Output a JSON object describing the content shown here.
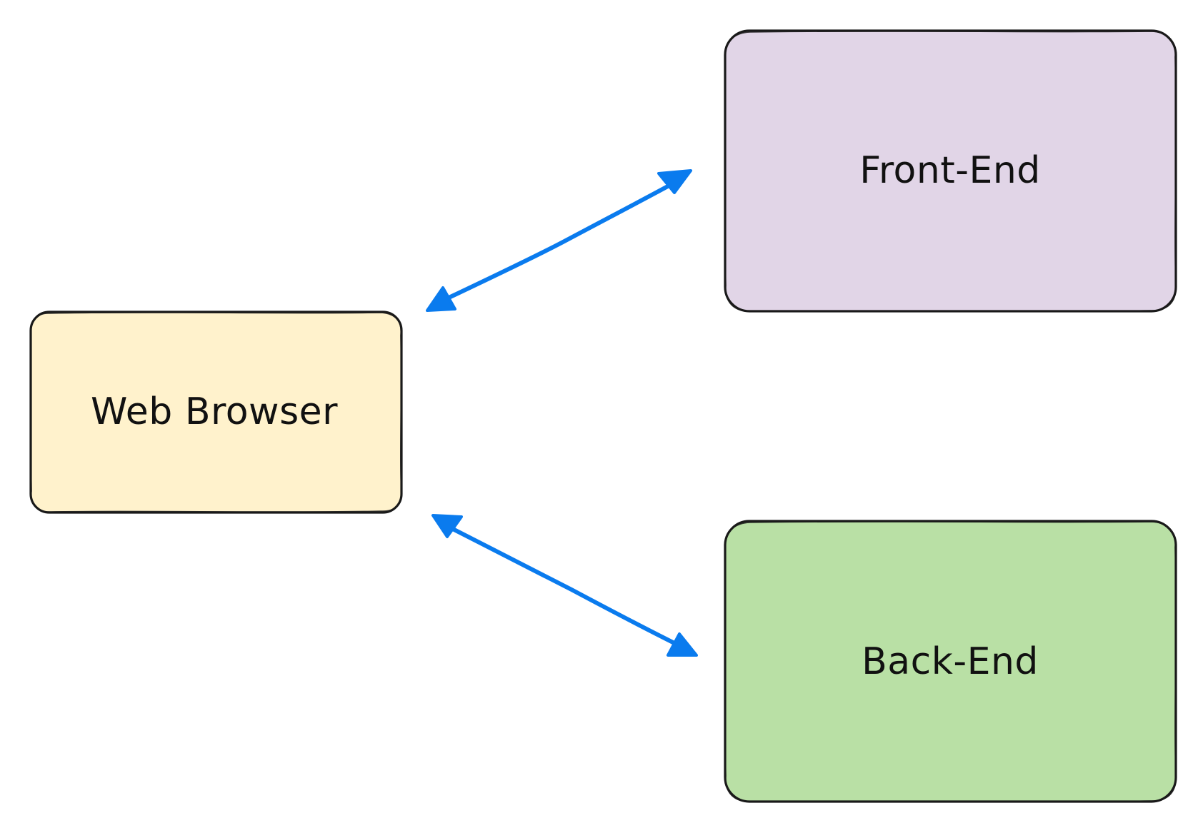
{
  "colors": {
    "web_browser_fill": "#FFF2CC",
    "front_end_fill": "#E1D5E7",
    "back_end_fill": "#B9E0A5",
    "arrow": "#0A7BEE",
    "outline": "#1A1A1A"
  },
  "nodes": {
    "web_browser": {
      "label": "Web Browser"
    },
    "front_end": {
      "label": "Front-End"
    },
    "back_end": {
      "label": "Back-End"
    }
  },
  "edges": [
    {
      "from": "Web Browser",
      "to": "Front-End",
      "direction": "bidirectional"
    },
    {
      "from": "Web Browser",
      "to": "Back-End",
      "direction": "bidirectional"
    }
  ]
}
